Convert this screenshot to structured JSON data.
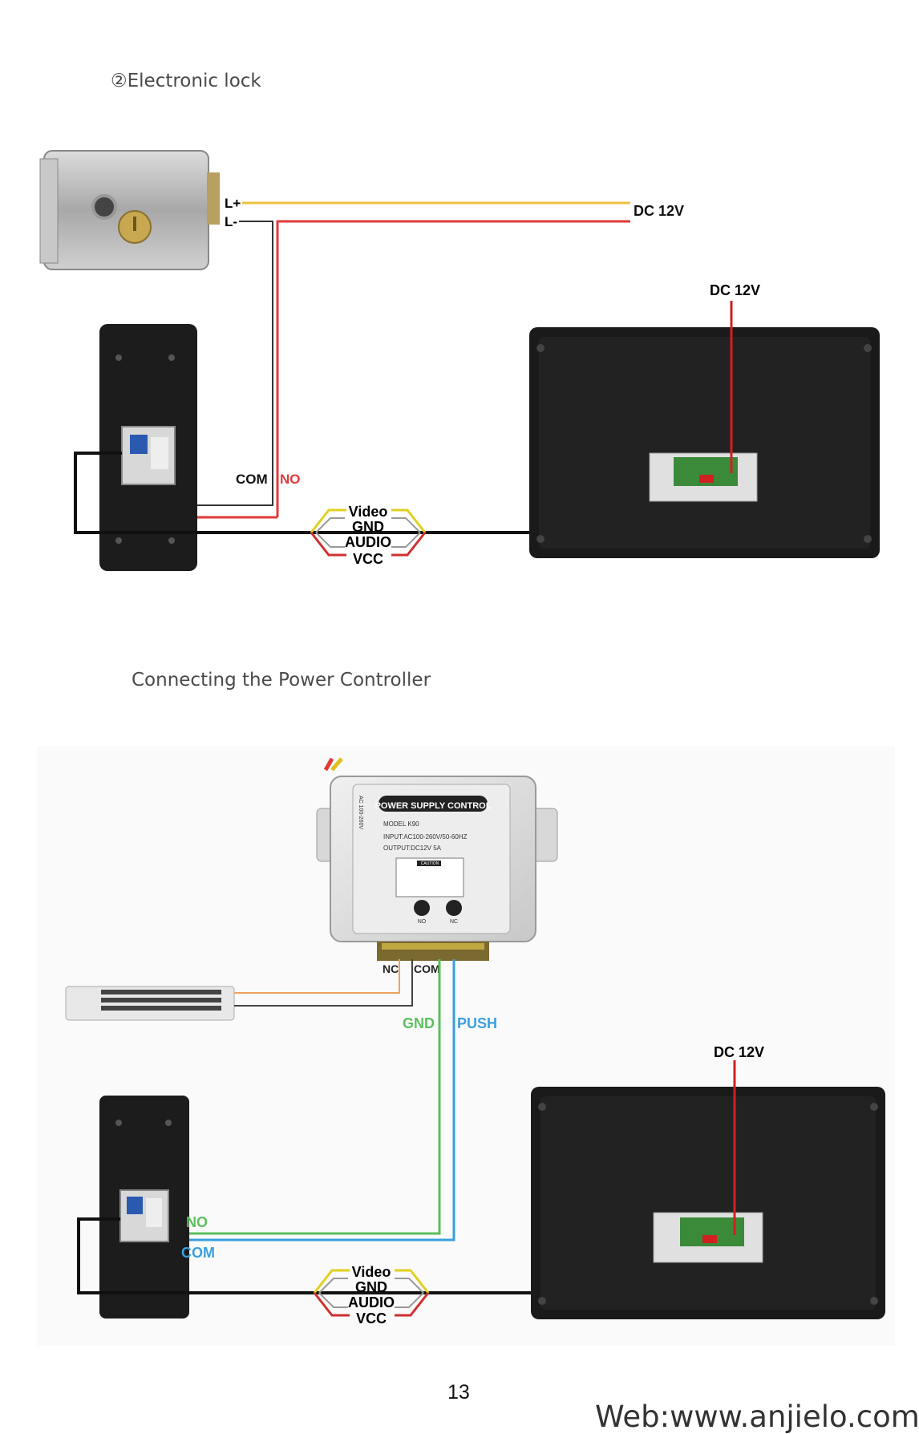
{
  "section1": {
    "title": "②Electronic lock",
    "lock_terminals": [
      "L+",
      "L-"
    ],
    "power_label": "DC 12V",
    "monitor_power_label": "DC 12V",
    "relay_labels": [
      "COM",
      "NO"
    ],
    "cable_labels": [
      "Video",
      "GND",
      "AUDIO",
      "VCC"
    ]
  },
  "section2": {
    "title": "Connecting the Power Controller",
    "psu": {
      "header": "POWER SUPPLY CONTROL",
      "model": "MODEL K90",
      "input": "INPUT:AC100-260V/50-60HZ",
      "output": "OUTPUT:DC12V 5A",
      "side_text": "AC 100-260V",
      "caution": "CAUTION",
      "buttons": [
        "NO",
        "NC"
      ]
    },
    "terminal_labels": [
      "NC",
      "COM"
    ],
    "wire_labels": [
      "GND",
      "PUSH"
    ],
    "monitor_power_label": "DC 12V",
    "camera_labels": [
      "NO",
      "COM"
    ],
    "cable_labels": [
      "Video",
      "GND",
      "AUDIO",
      "VCC"
    ]
  },
  "footer": {
    "page_number": "13",
    "website": "Web:www.anjielo.com"
  },
  "colors": {
    "red_wire": "#e23a3a",
    "yellow_wire": "#f0c040",
    "green_wire": "#5cc05c",
    "blue_wire": "#3aa0e0",
    "orange_wire": "#f0a060",
    "black_wire": "#111111"
  }
}
